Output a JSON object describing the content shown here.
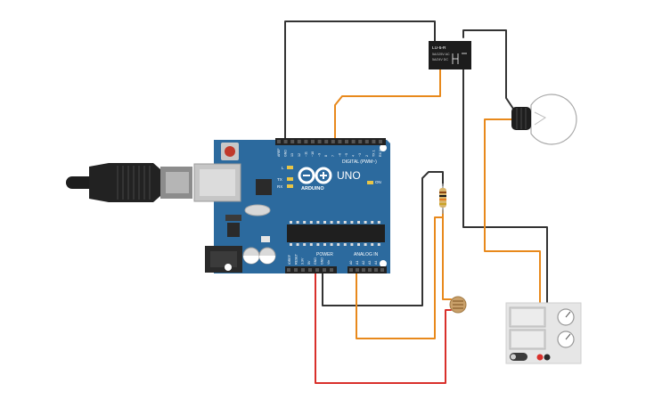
{
  "board": {
    "brand": "ARDUINO",
    "model": "UNO",
    "on_label": "ON",
    "digital_header": "DIGITAL (PWM~)",
    "power_header": "POWER",
    "analog_header": "ANALOG IN",
    "led_l": "L",
    "led_tx": "TX",
    "led_rx": "RX",
    "top_pins": [
      "AREF",
      "GND",
      "13",
      "12",
      "~11",
      "~10",
      "~9",
      "8",
      "7",
      "~6",
      "~5",
      "4",
      "~3",
      "2",
      "TX 1",
      "RX 0"
    ],
    "power_pins": [
      "IOREF",
      "RESET",
      "3.3V",
      "5V",
      "GND",
      "GND",
      "Vin"
    ],
    "analog_pins": [
      "A0",
      "A1",
      "A2",
      "A3",
      "A4",
      "A5"
    ]
  },
  "relay": {
    "name": "LU-5-R",
    "line1": "5A/125V AC",
    "line2": "5A/24V DC"
  },
  "colors": {
    "board": "#2c6a9e",
    "wire_black": "#333333",
    "wire_orange": "#e8891c",
    "wire_red": "#d9302b"
  }
}
